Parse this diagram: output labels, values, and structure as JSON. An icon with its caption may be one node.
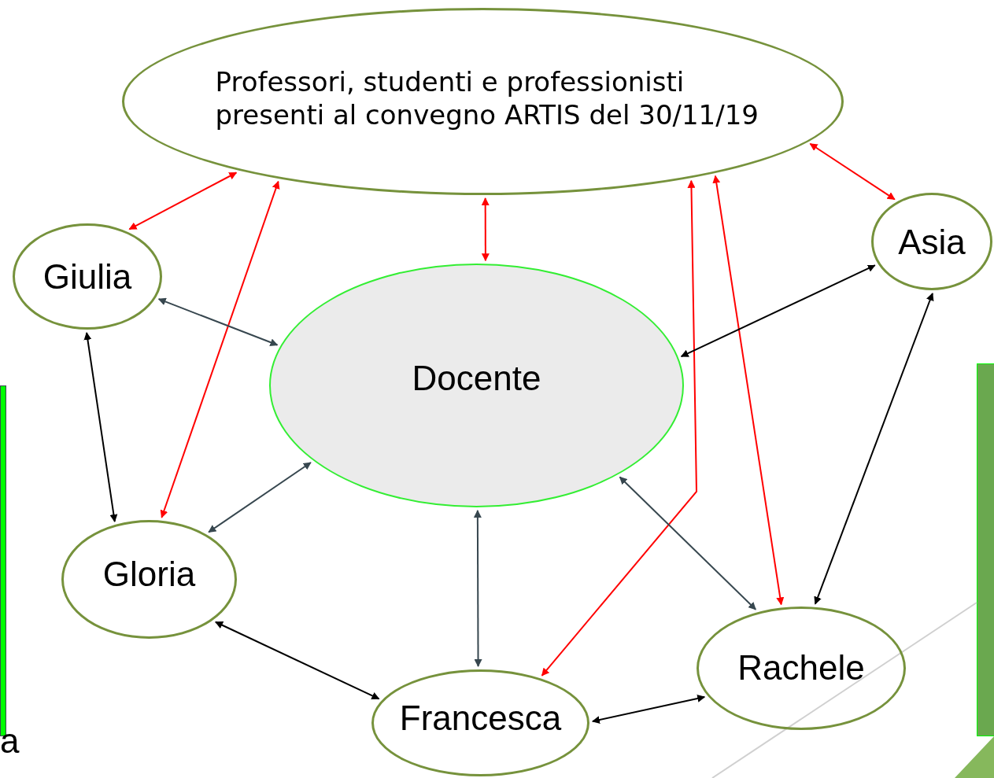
{
  "diagram": {
    "nodes": [
      {
        "text": [
          "Professori, studenti e professionisti presenti al convegno ARTIS del 30/11/19"
        ]
      },
      {
        "text": [
          "Giulia"
        ]
      },
      {
        "text": [
          "Asia"
        ]
      },
      {
        "text": [
          "Docente"
        ]
      },
      {
        "text": [
          "Gloria"
        ]
      },
      {
        "text": [
          "Francesca"
        ]
      },
      {
        "text": [
          "Rachele"
        ]
      }
    ],
    "edges": [
      {
        "from": 1,
        "to": 0,
        "arrow": "both"
      },
      {
        "from": 4,
        "to": 0,
        "arrow": "both"
      },
      {
        "from": 3,
        "to": 0,
        "arrow": "both"
      },
      {
        "from": 5,
        "to": 0,
        "arrow": "both"
      },
      {
        "from": 6,
        "to": 0,
        "arrow": "both"
      },
      {
        "from": 2,
        "to": 0,
        "arrow": "both"
      },
      {
        "from": 1,
        "to": 3,
        "arrow": "both",
        "color": "#37474f"
      },
      {
        "from": 4,
        "to": 3,
        "arrow": "both",
        "color": "#37474f"
      },
      {
        "from": 3,
        "to": 5,
        "arrow": "both",
        "color": "#37474f"
      },
      {
        "from": 3,
        "to": 6,
        "arrow": "both",
        "color": "#37474f"
      },
      {
        "from": 3,
        "to": 2,
        "arrow": "both",
        "color": "#000000"
      },
      {
        "from": 1,
        "to": 4,
        "arrow": "both",
        "color": "#000000"
      },
      {
        "from": 4,
        "to": 5,
        "arrow": "both",
        "color": "#000000"
      },
      {
        "from": 5,
        "to": 6,
        "arrow": "both",
        "color": "#000000"
      },
      {
        "from": 6,
        "to": 2,
        "arrow": "both",
        "color": "#000000"
      }
    ],
    "labels": [
      "a"
    ]
  }
}
